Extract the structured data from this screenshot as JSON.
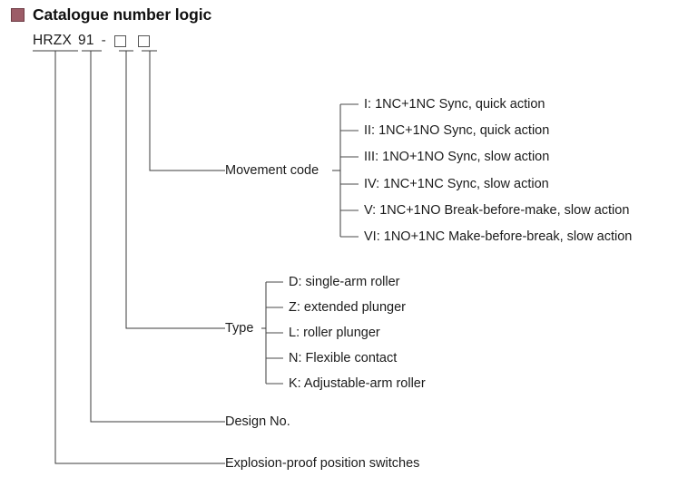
{
  "header": {
    "marker_color": "#9c5c67",
    "title": "Catalogue number logic"
  },
  "code": {
    "prefix": "HRZX",
    "digits": "91",
    "separator": "-",
    "box_1": "",
    "box_2": ""
  },
  "groups": {
    "movement": {
      "label": "Movement code",
      "items": [
        "I: 1NC+1NC Sync, quick action",
        "II: 1NC+1NO Sync, quick action",
        "III: 1NO+1NO Sync, slow action",
        "IV: 1NC+1NC Sync, slow action",
        "V: 1NC+1NO Break-before-make, slow action",
        "VI: 1NO+1NC Make-before-break, slow action"
      ]
    },
    "type": {
      "label": "Type",
      "items": [
        "D: single-arm roller",
        "Z: extended plunger",
        "L: roller plunger",
        "N: Flexible contact",
        "K: Adjustable-arm  roller"
      ]
    }
  },
  "bottom": {
    "design_no": "Design No.",
    "product": "Explosion-proof position switches"
  }
}
